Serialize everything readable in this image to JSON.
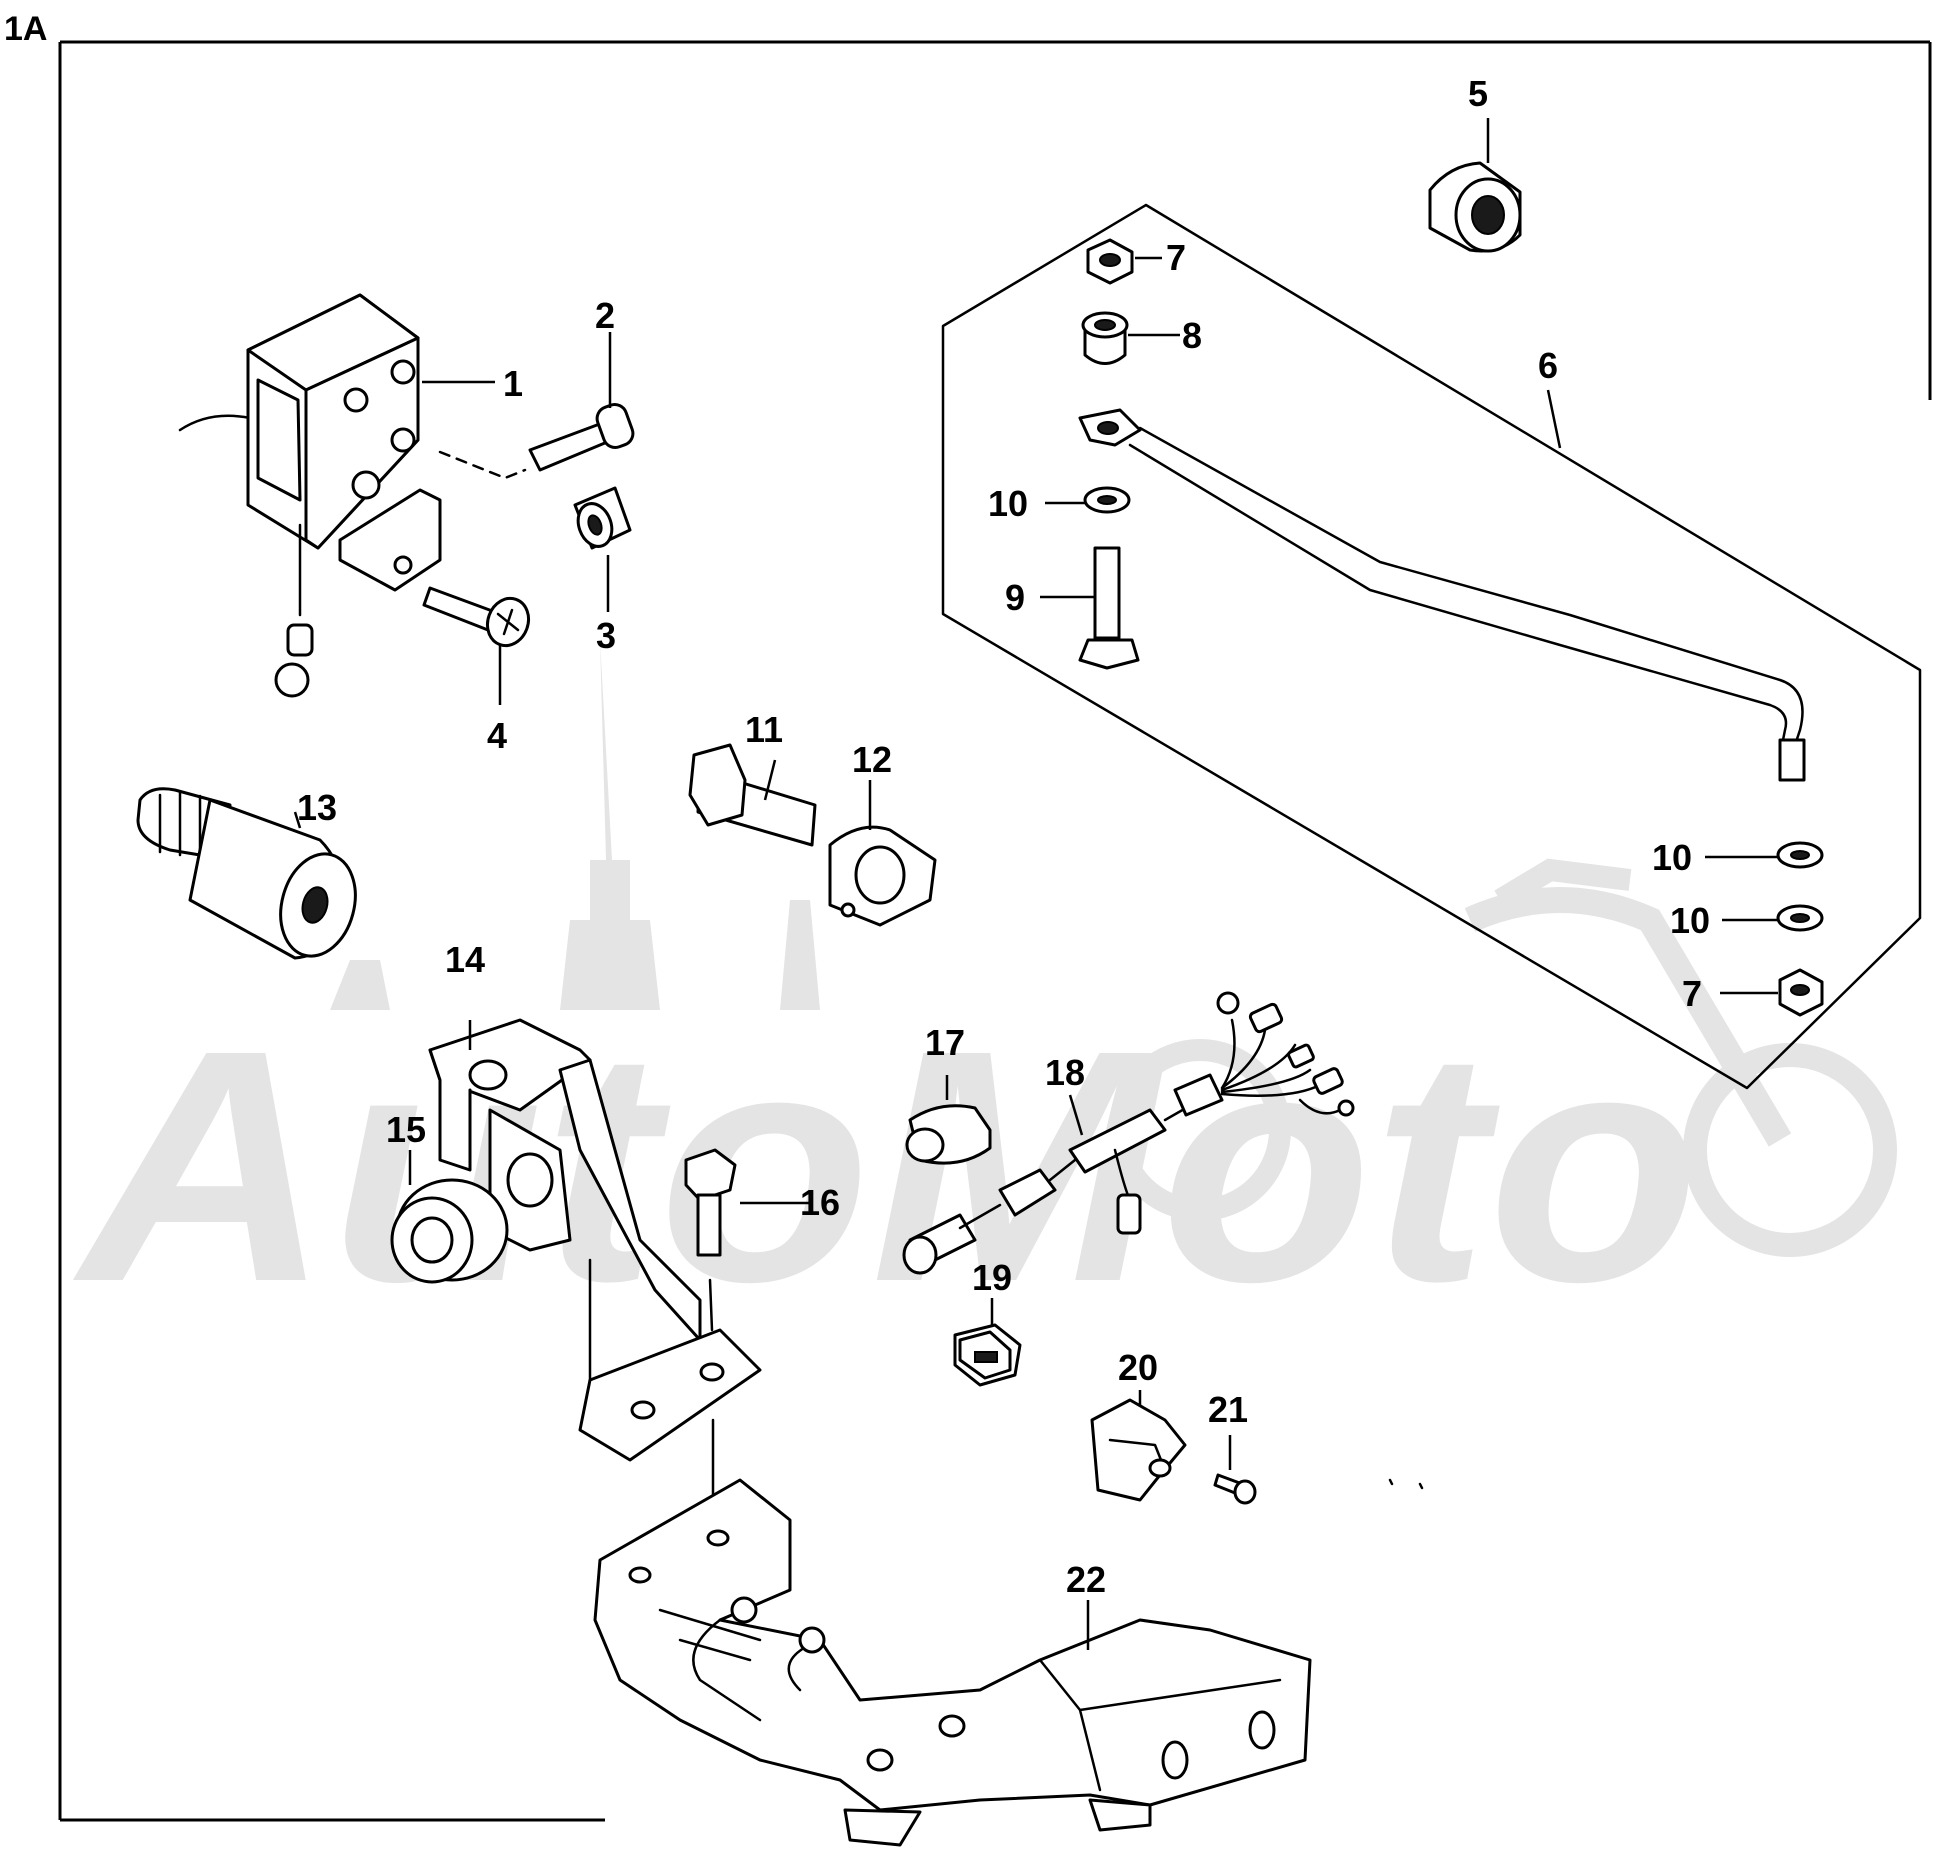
{
  "diagram": {
    "section_label": "1A",
    "watermark_text": "AutoMoto",
    "callouts": [
      "1",
      "2",
      "3",
      "4",
      "5",
      "6",
      "7",
      "8",
      "9",
      "10",
      "10",
      "10",
      "7",
      "11",
      "12",
      "13",
      "14",
      "15",
      "16",
      "17",
      "18",
      "19",
      "20",
      "21",
      "22"
    ]
  },
  "colors": {
    "ink": "#000000",
    "background": "#ffffff",
    "watermark": "#e4e4e4"
  }
}
